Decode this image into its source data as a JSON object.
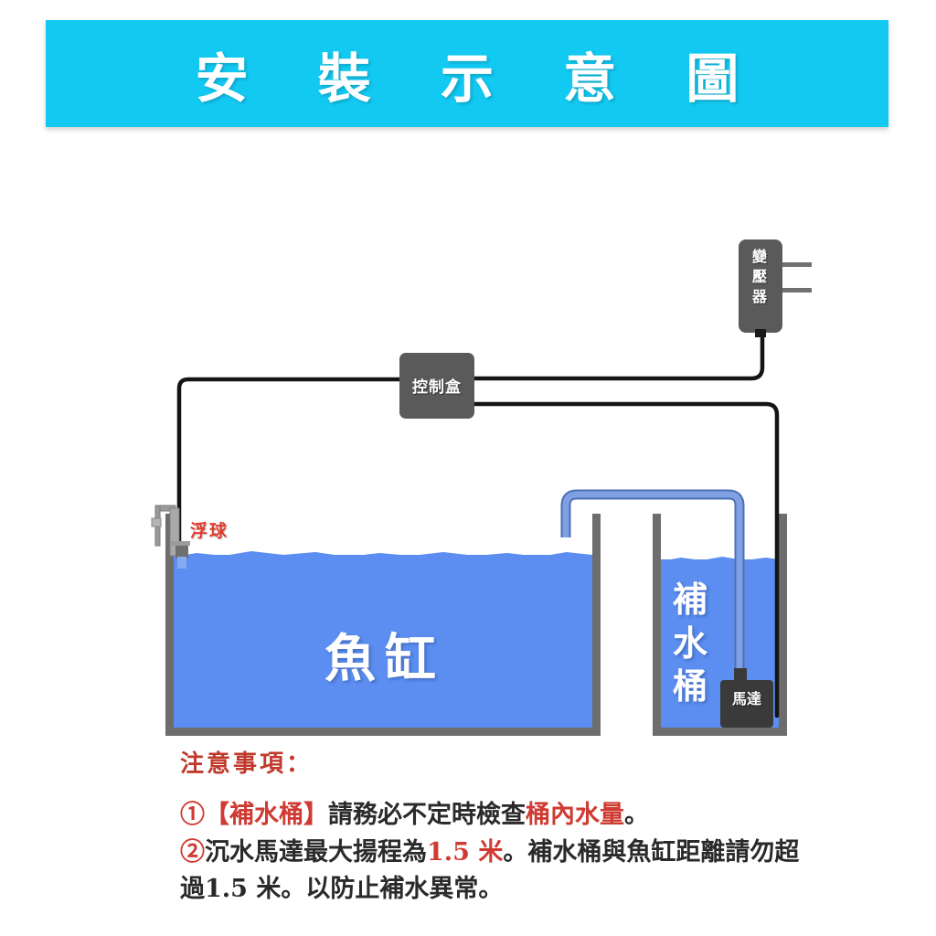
{
  "banner": {
    "title": "安 裝 示 意 圖",
    "bg_color": "#12c9f2",
    "text_color": "#ffffff"
  },
  "diagram": {
    "components": {
      "transformer": {
        "label": "變\n壓\n器",
        "name": "變壓器",
        "body_color": "#5c5c5c"
      },
      "control_box": {
        "label": "控制盒",
        "name": "控制盒",
        "body_color": "#5a5a5a"
      },
      "float_switch": {
        "label": "浮球",
        "name": "浮球",
        "text_color": "#e23b2e"
      },
      "fish_tank": {
        "label": "魚缸",
        "name": "魚缸",
        "water_color": "#5b8ef0",
        "wall_color": "#6d6d6d"
      },
      "refill_bucket": {
        "label": "補\n水\n桶",
        "name": "補水桶",
        "water_color": "#5b8ef0",
        "wall_color": "#6d6d6d"
      },
      "pump": {
        "label": "馬達",
        "name": "馬達",
        "body_color": "#3a3a3a"
      },
      "hose": {
        "name": "補水軟管",
        "color": "#6f95dd"
      },
      "wiring": {
        "name": "電線",
        "color": "#141414"
      }
    }
  },
  "notes": {
    "heading": "注意事項：",
    "items": [
      {
        "number": "①",
        "segments": [
          {
            "text": "【補水桶】",
            "color": "red"
          },
          {
            "text": "請務必不定時檢查",
            "color": "dark"
          },
          {
            "text": "桶內水量",
            "color": "red"
          },
          {
            "text": "。",
            "color": "dark"
          }
        ]
      },
      {
        "number": "②",
        "segments": [
          {
            "text": "沉水馬達最大揚程為",
            "color": "dark"
          },
          {
            "text": "1.5 米",
            "color": "red"
          },
          {
            "text": "。補水桶與魚缸距離請勿超過1.5 米。以防止補水異常。",
            "color": "dark"
          }
        ]
      }
    ]
  }
}
